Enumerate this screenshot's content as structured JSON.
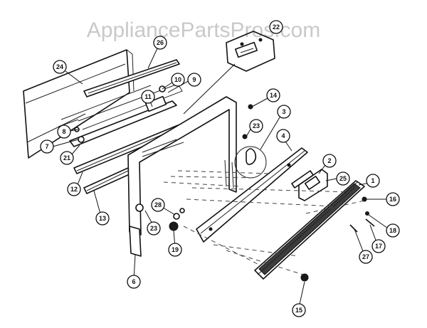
{
  "watermark": "AppliancePartsPros.com",
  "callouts": [
    "24",
    "26",
    "22",
    "10",
    "9",
    "11",
    "8",
    "7",
    "21",
    "12",
    "13",
    "14",
    "3",
    "23",
    "4",
    "2",
    "25",
    "1",
    "16",
    "18",
    "17",
    "27",
    "28",
    "23",
    "19",
    "6",
    "15"
  ]
}
